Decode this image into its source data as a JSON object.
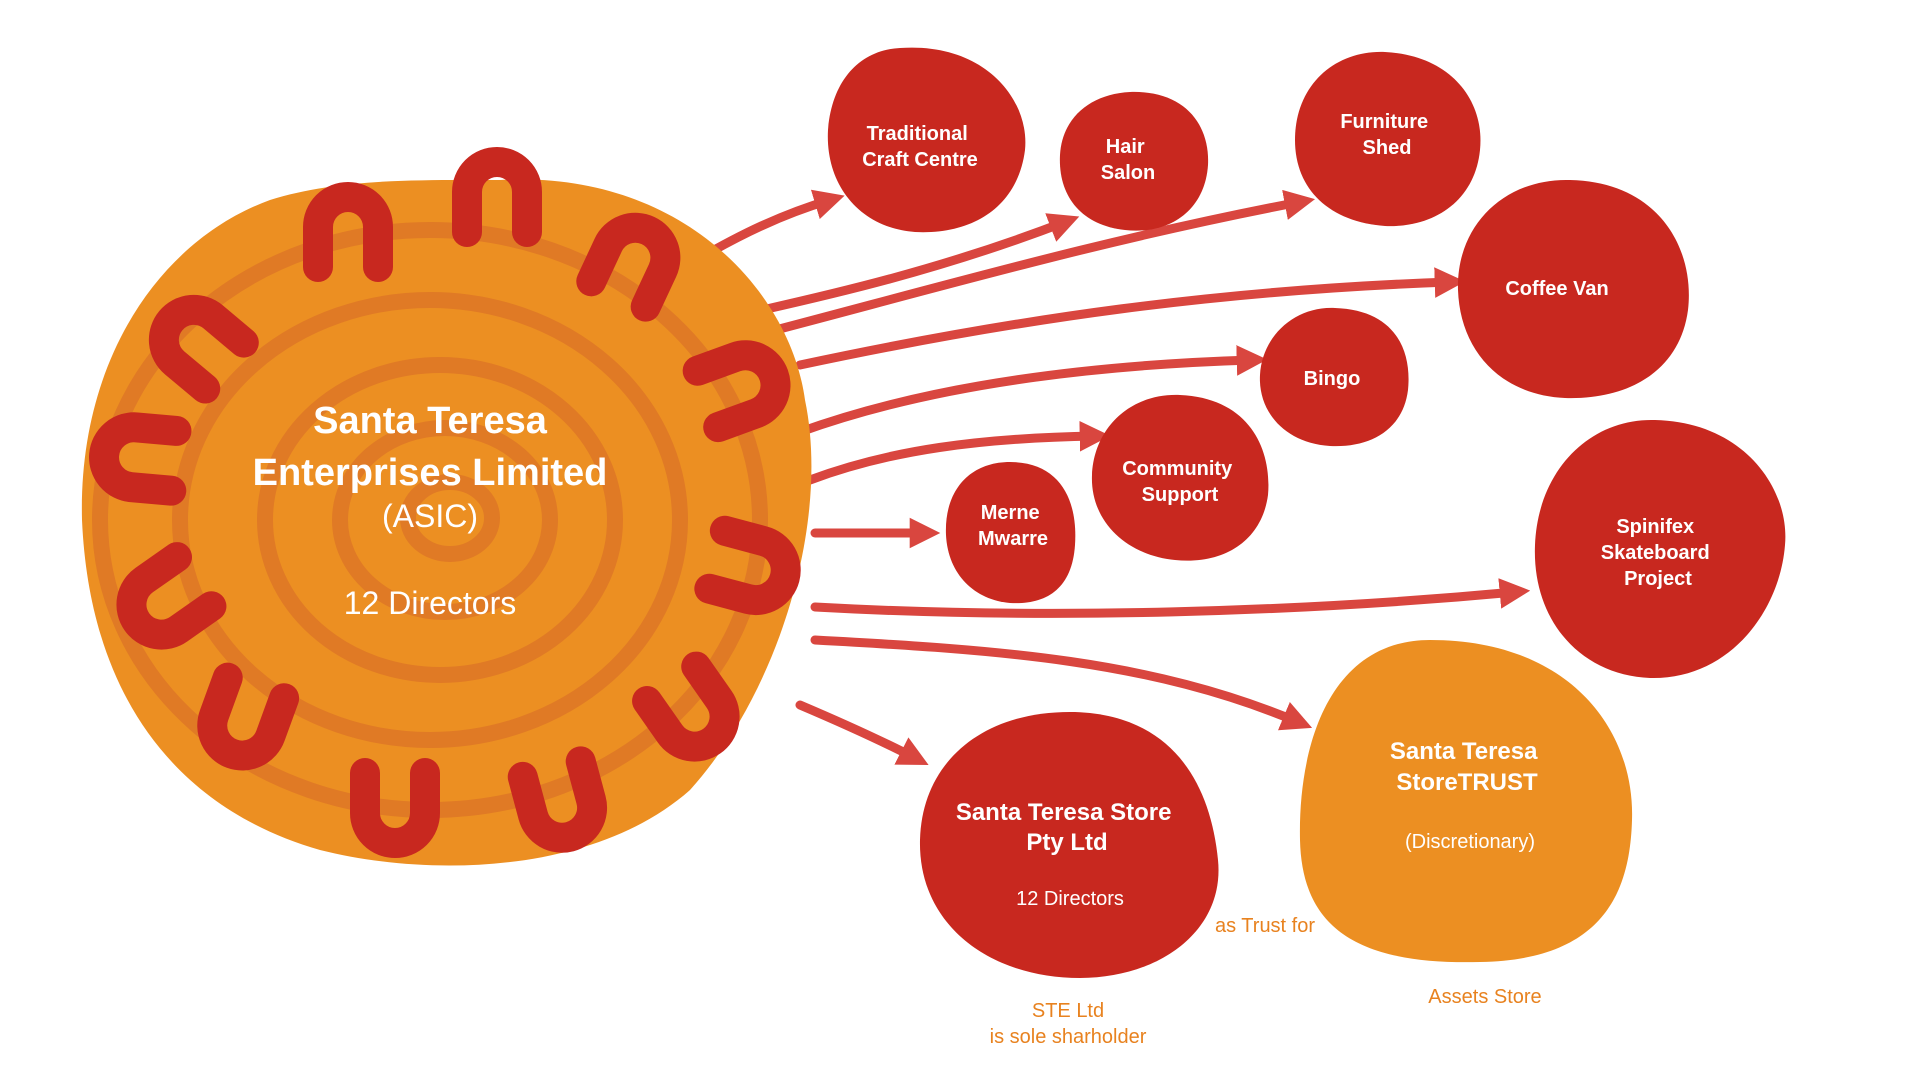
{
  "colors": {
    "red": "#c8281f",
    "orange": "#ec8f22",
    "orange_dark": "#e07a25",
    "arrow": "#d9463f",
    "note_text": "#e8821f",
    "white": "#ffffff"
  },
  "main": {
    "title_line1": "Santa Teresa",
    "title_line2": "Enterprises Limited",
    "subtitle": "(ASIC)",
    "directors": "12 Directors"
  },
  "nodes": [
    {
      "id": "craft",
      "lines": [
        "Traditional",
        "Craft Centre"
      ]
    },
    {
      "id": "hair",
      "lines": [
        "Hair",
        "Salon"
      ]
    },
    {
      "id": "furniture",
      "lines": [
        "Furniture",
        "Shed"
      ]
    },
    {
      "id": "coffee",
      "lines": [
        "Coffee Van"
      ]
    },
    {
      "id": "bingo",
      "lines": [
        "Bingo"
      ]
    },
    {
      "id": "community",
      "lines": [
        "Community",
        "Support"
      ]
    },
    {
      "id": "merne",
      "lines": [
        "Merne",
        "Mwarre"
      ]
    },
    {
      "id": "spinifex",
      "lines": [
        "Spinifex",
        "Skateboard",
        "Project"
      ]
    }
  ],
  "store": {
    "title_line1": "Santa Teresa Store",
    "title_line2": "Pty Ltd",
    "directors": "12 Directors",
    "note_line1": "STE Ltd",
    "note_line2": "is sole sharholder"
  },
  "trust": {
    "title_line1": "Santa Teresa",
    "title_line2": "StoreTRUST",
    "subtitle": "(Discretionary)",
    "note": "Assets Store"
  },
  "relation_label": "as Trust for"
}
